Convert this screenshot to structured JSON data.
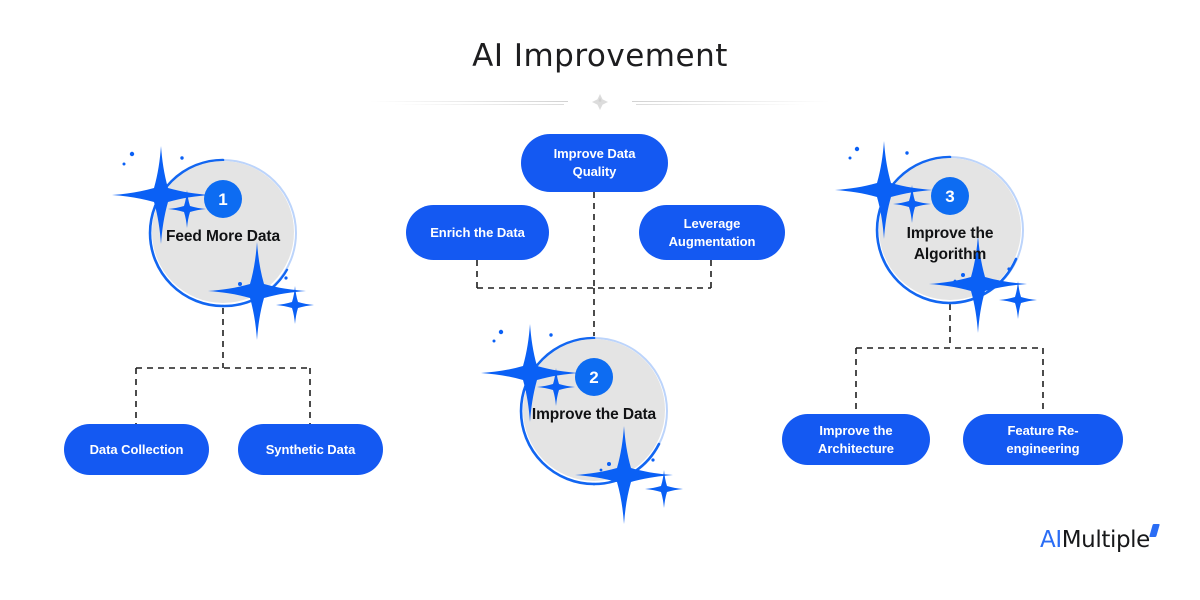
{
  "header": {
    "title": "AI Improvement",
    "divider_ornament": "diamond-cross-ornament"
  },
  "branches": [
    {
      "id": "feed-more-data",
      "number": "1",
      "label": "Feed More Data",
      "children": [
        {
          "id": "data-collection",
          "label": "Data Collection"
        },
        {
          "id": "synthetic-data",
          "label": "Synthetic Data"
        }
      ]
    },
    {
      "id": "improve-the-data",
      "number": "2",
      "label": "Improve the Data",
      "children": [
        {
          "id": "improve-data-quality",
          "label": "Improve Data Quality"
        },
        {
          "id": "enrich-the-data",
          "label": "Enrich the Data"
        },
        {
          "id": "leverage-augmentation",
          "label": "Leverage Augmentation"
        }
      ]
    },
    {
      "id": "improve-the-algorithm",
      "number": "3",
      "label": "Improve the Algorithm",
      "children": [
        {
          "id": "improve-the-architecture",
          "label": "Improve the Architecture"
        },
        {
          "id": "feature-re-engineering",
          "label": "Feature Re-engineering"
        }
      ]
    }
  ],
  "logo": {
    "prefix": "AI",
    "suffix": "Multiple",
    "mark": "tick-mark-icon"
  },
  "colors": {
    "accent_blue": "#1459f2",
    "badge_blue": "#0d6cf2",
    "ring_blue": "#1266f1",
    "circle_gray": "#e4e4e4",
    "text_dark": "#111214",
    "connector": "#1f1f1f",
    "background": "#ffffff"
  }
}
